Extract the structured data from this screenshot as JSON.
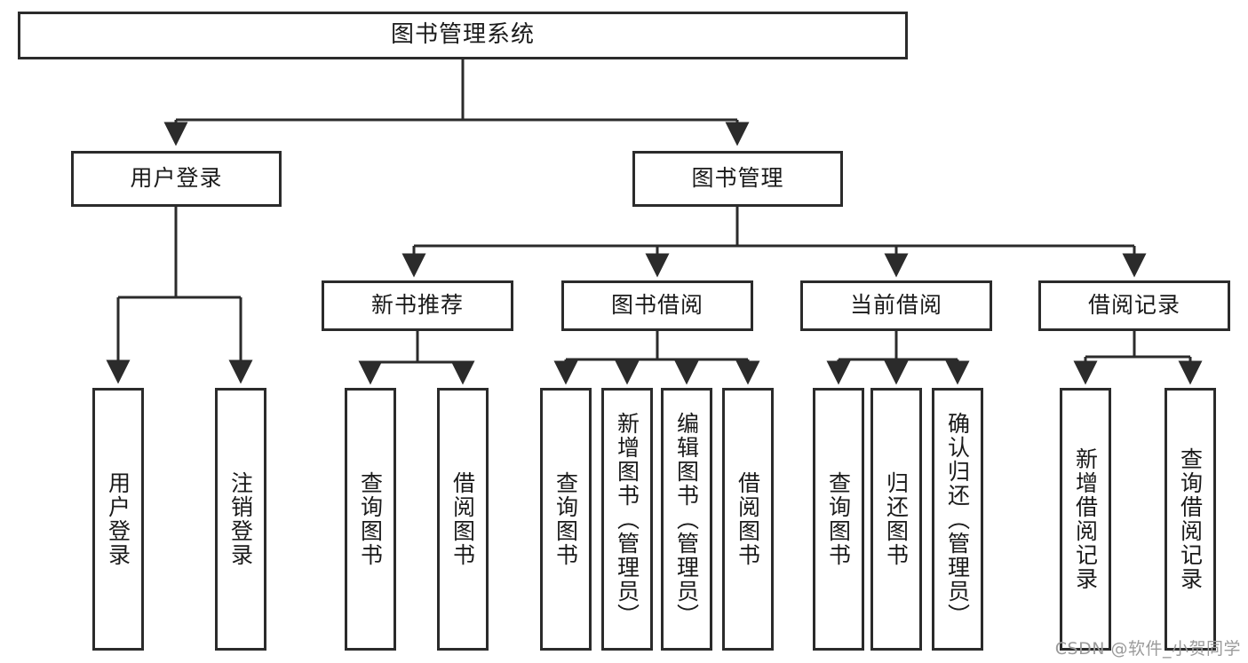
{
  "diagram": {
    "title": "图书管理系统",
    "type": "tree",
    "watermark": "CSDN @软件_小贺同学",
    "colors": {
      "box_border": "#2b2b2b",
      "box_fill": "#ffffff",
      "edge": "#2b2b2b",
      "text": "#1a1a1a",
      "watermark": "#9b9b9b",
      "background": "#ffffff"
    },
    "root": {
      "label": "图书管理系统"
    },
    "level2": [
      {
        "label": "用户登录"
      },
      {
        "label": "图书管理"
      }
    ],
    "level3": [
      {
        "label": "新书推荐"
      },
      {
        "label": "图书借阅"
      },
      {
        "label": "当前借阅"
      },
      {
        "label": "借阅记录"
      }
    ],
    "leaves": {
      "user_login": [
        {
          "label": "用户登录"
        },
        {
          "label": "注销登录"
        }
      ],
      "new_book": [
        {
          "label": "查询图书"
        },
        {
          "label": "借阅图书"
        }
      ],
      "borrow_book": [
        {
          "label": "查询图书"
        },
        {
          "label": "新增图书（管理员）"
        },
        {
          "label": "编辑图书（管理员）"
        },
        {
          "label": "借阅图书"
        }
      ],
      "current_borrow": [
        {
          "label": "查询图书"
        },
        {
          "label": "归还图书"
        },
        {
          "label": "确认归还（管理员）"
        }
      ],
      "borrow_record": [
        {
          "label": "新增借阅记录"
        },
        {
          "label": "查询借阅记录"
        }
      ]
    }
  }
}
